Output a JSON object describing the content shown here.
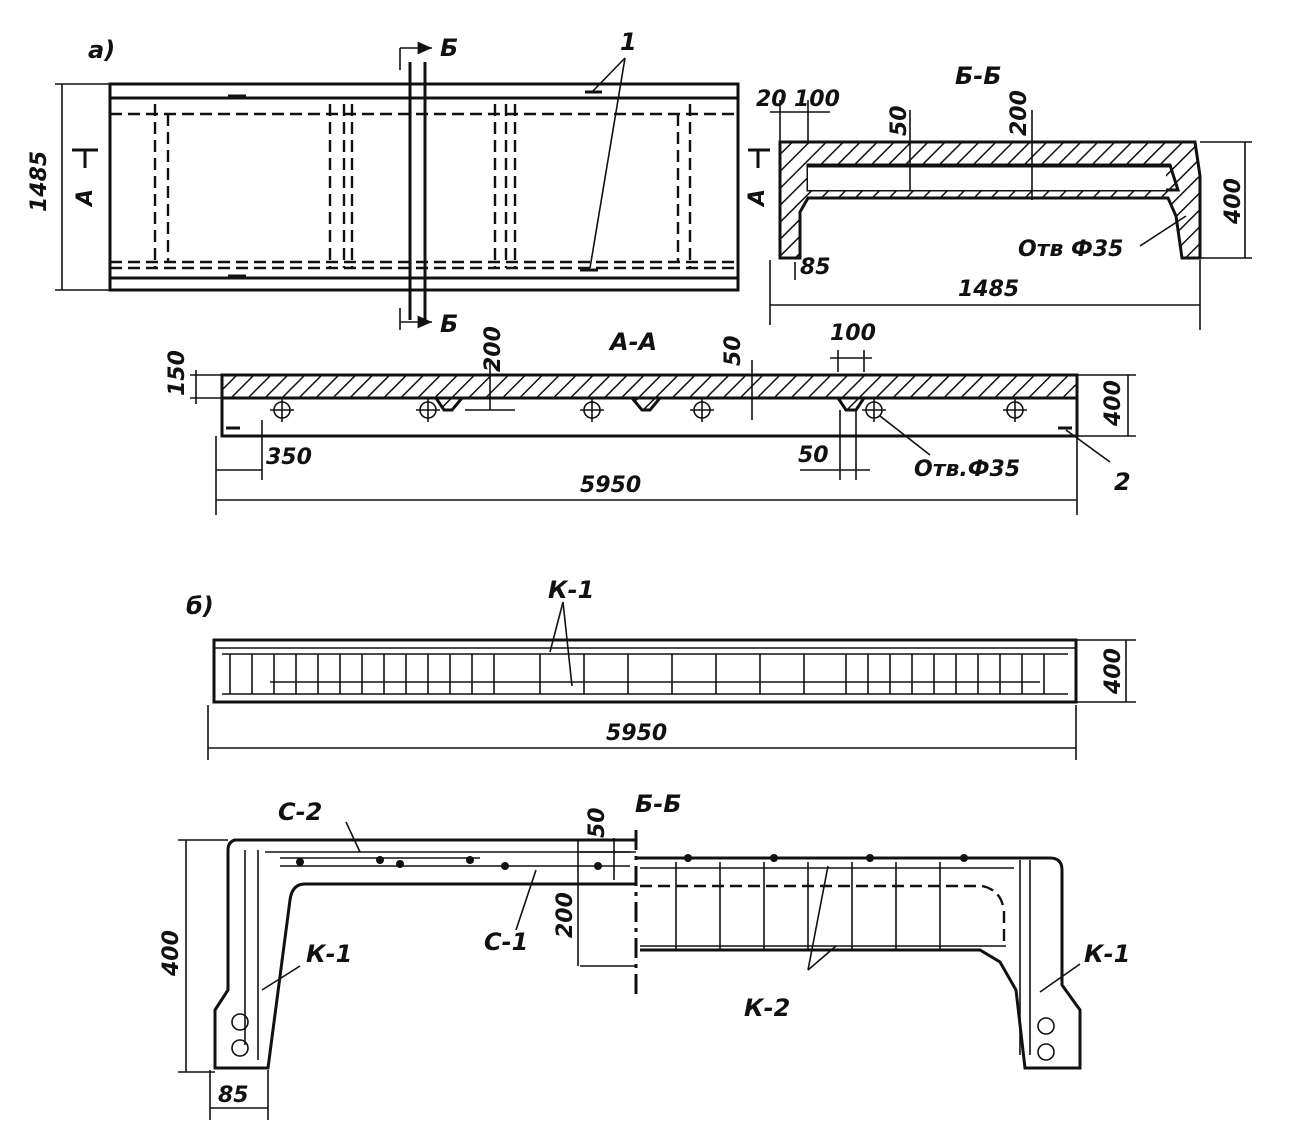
{
  "figure_a": {
    "label": "а)",
    "plan": {
      "width_dim": "1485",
      "section_mark_a": "А",
      "section_mark_b": "Б",
      "callout": "1"
    },
    "section_bb": {
      "title": "Б-Б",
      "dims": {
        "d20": "20",
        "d100": "100",
        "d50": "50",
        "d200": "200",
        "d400": "400",
        "d85": "85",
        "d1485": "1485"
      },
      "hole": "Отв Ф35"
    },
    "section_aa": {
      "title": "А-А",
      "dims": {
        "d150": "150",
        "d200": "200",
        "d50_top": "50",
        "d100": "100",
        "d400": "400",
        "d350": "350",
        "d50_bottom": "50",
        "d5950": "5950"
      },
      "hole": "Отв.Ф35",
      "callout": "2"
    }
  },
  "figure_b": {
    "label": "б)",
    "elevation": {
      "cage": "К-1",
      "height": "400",
      "length": "5950"
    },
    "section": {
      "title": "Б-Б",
      "labels": {
        "c2": "С-2",
        "c1": "С-1",
        "k1_left": "К-1",
        "k1_right": "К-1",
        "k2": "К-2"
      },
      "dims": {
        "d400": "400",
        "d85": "85",
        "d50": "50",
        "d200": "200"
      }
    }
  }
}
